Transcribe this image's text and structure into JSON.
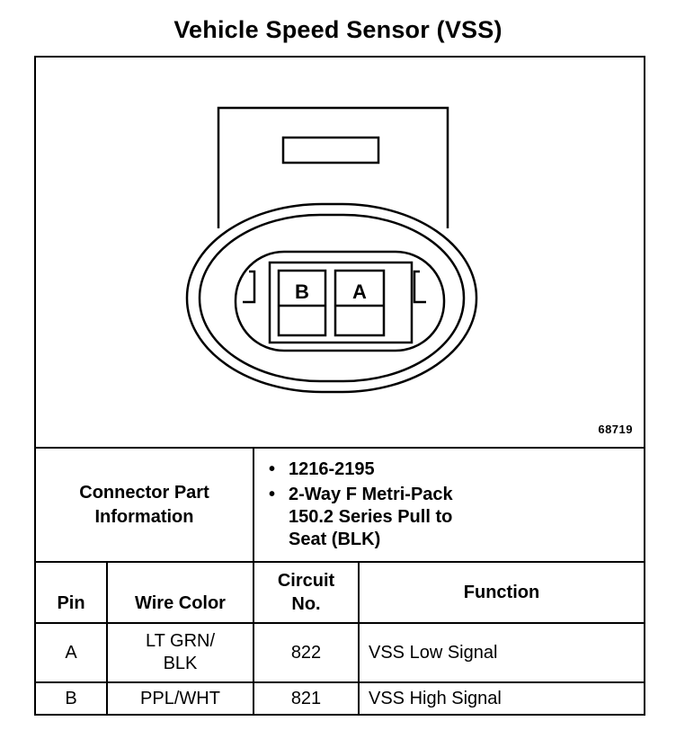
{
  "title": "Vehicle Speed Sensor (VSS)",
  "figure_number": "68719",
  "connector": {
    "pins": [
      {
        "pin": "B"
      },
      {
        "pin": "A"
      }
    ]
  },
  "connector_part": {
    "label_line1": "Connector Part",
    "label_line2": "Information",
    "part_number": "1216-2195",
    "description_line1": "2-Way F Metri-Pack",
    "description_line2": "150.2 Series Pull to",
    "description_line3": "Seat (BLK)"
  },
  "table": {
    "headers": {
      "pin": "Pin",
      "wire_color": "Wire Color",
      "circuit_line1": "Circuit",
      "circuit_line2": "No.",
      "function": "Function"
    },
    "rows": [
      {
        "pin": "A",
        "wire_line1": "LT GRN/",
        "wire_line2": "BLK",
        "circuit": "822",
        "function": "VSS Low Signal"
      },
      {
        "pin": "B",
        "wire_line1": "PPL/WHT",
        "wire_line2": "",
        "circuit": "821",
        "function": "VSS High Signal"
      }
    ]
  }
}
